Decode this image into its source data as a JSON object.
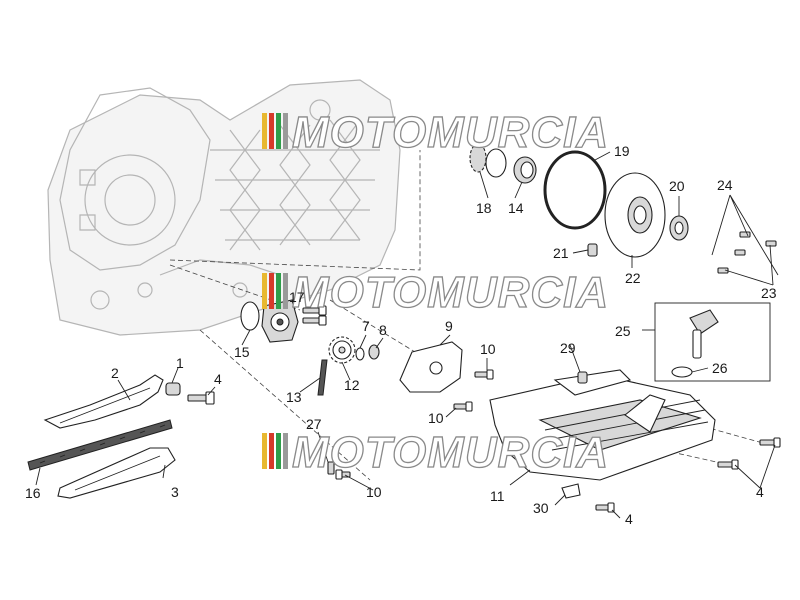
{
  "watermark": {
    "text": "MOTOMURCIA",
    "stripe_colors": [
      "#e8b830",
      "#d63a2a",
      "#2f9e4a",
      "#9a9a9a"
    ]
  },
  "callouts": [
    "1",
    "2",
    "3",
    "4",
    "4",
    "4",
    "7",
    "8",
    "9",
    "10",
    "10",
    "10",
    "11",
    "12",
    "13",
    "14",
    "15",
    "16",
    "17",
    "18",
    "19",
    "20",
    "21",
    "22",
    "23",
    "24",
    "25",
    "26",
    "27",
    "29",
    "30"
  ]
}
